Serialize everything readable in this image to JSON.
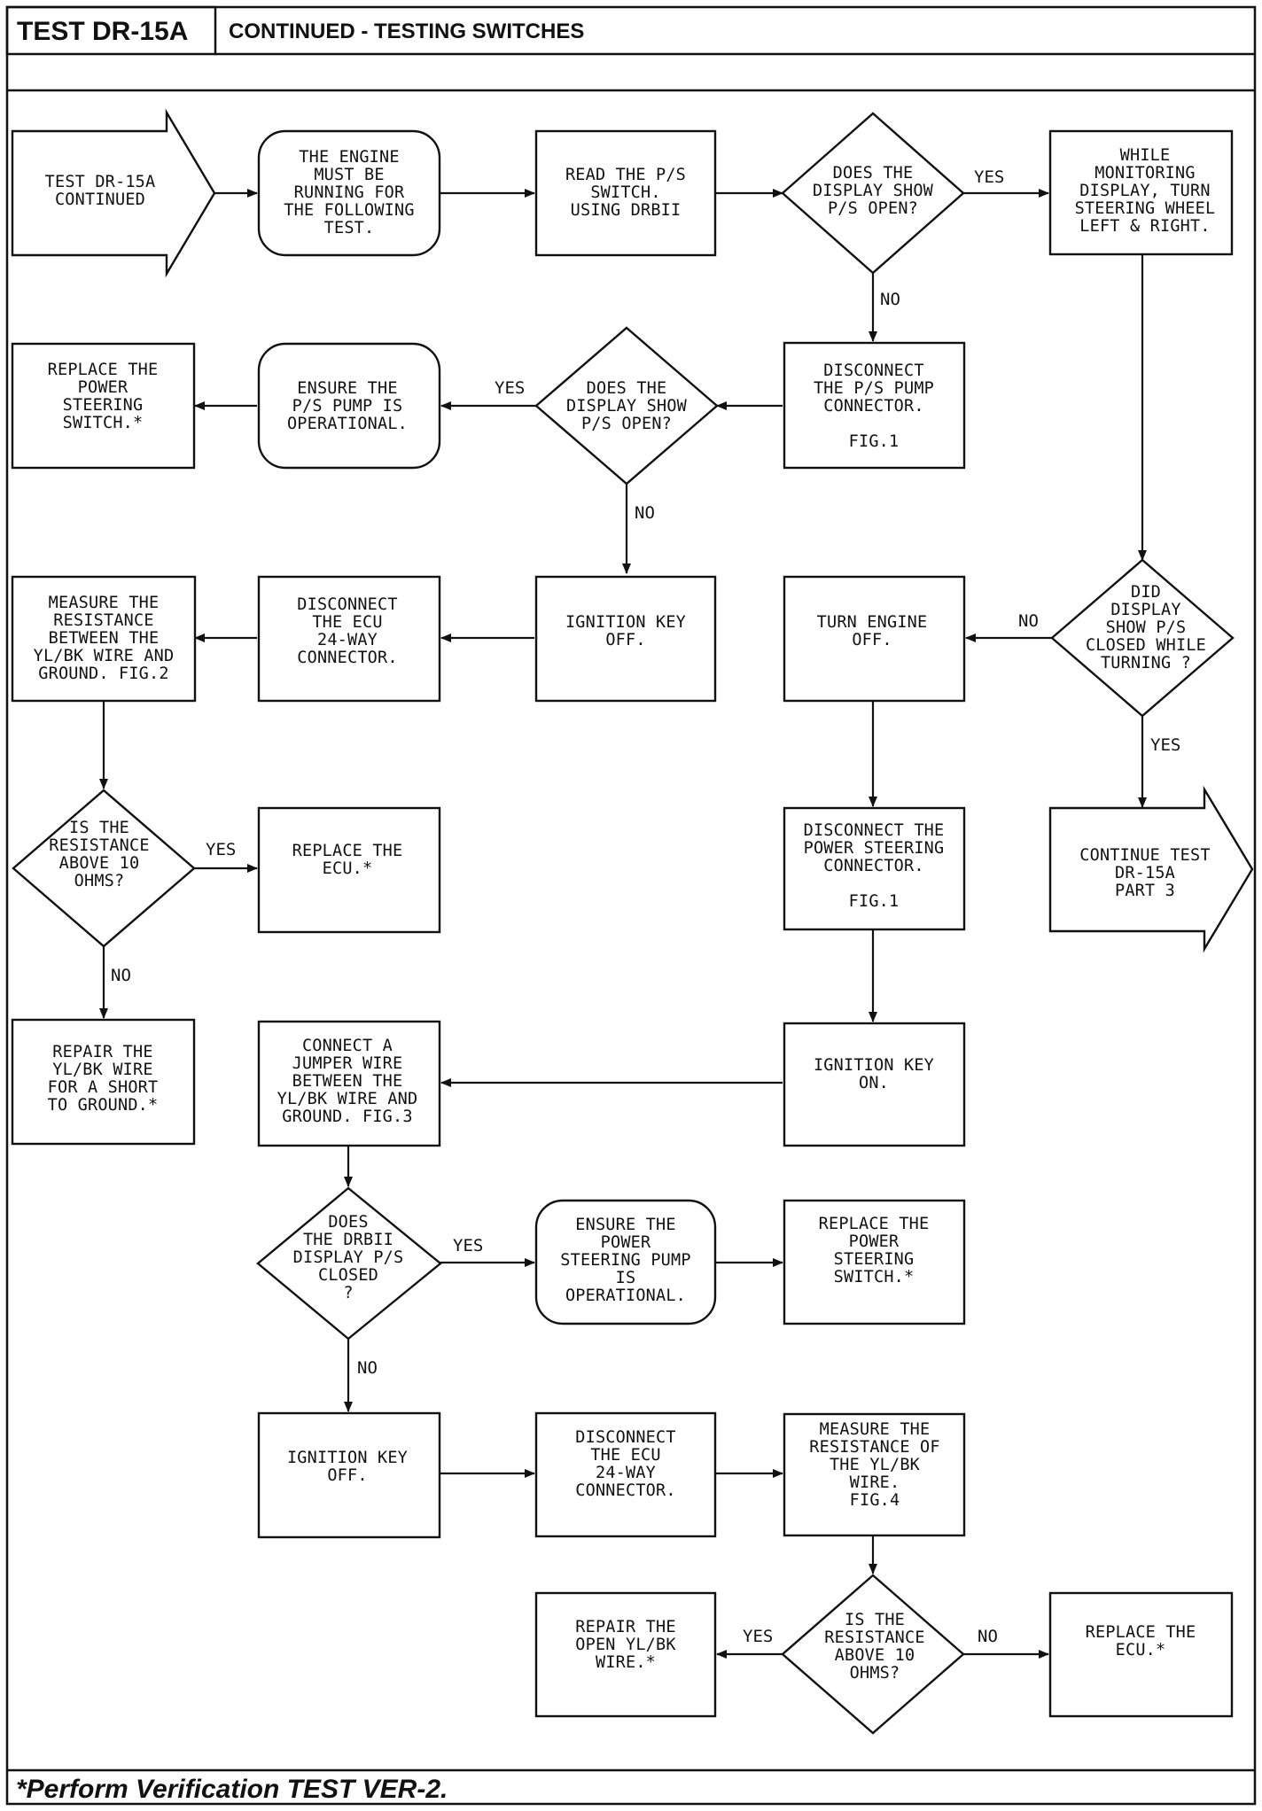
{
  "header": {
    "test_id": "TEST DR-15A",
    "title": "CONTINUED - TESTING SWITCHES"
  },
  "footer": {
    "note": "*Perform Verification TEST VER-2."
  },
  "nodes": {
    "start_arrow": [
      "TEST DR-15A",
      "CONTINUED"
    ],
    "engine_running": [
      "THE ENGINE",
      "MUST BE",
      "RUNNING FOR",
      "THE FOLLOWING",
      "TEST."
    ],
    "read_ps_switch": [
      "READ THE P/S",
      "SWITCH.",
      "USING DRBII"
    ],
    "decision_ps_open_1": [
      "DOES THE",
      "DISPLAY SHOW",
      "P/S OPEN?"
    ],
    "while_monitoring": [
      "WHILE",
      "MONITORING",
      "DISPLAY, TURN",
      "STEERING WHEEL",
      "LEFT & RIGHT."
    ],
    "disconnect_ps_pump": [
      "DISCONNECT",
      "THE P/S PUMP",
      "CONNECTOR.",
      "",
      "FIG.1"
    ],
    "decision_ps_open_2": [
      "DOES THE",
      "DISPLAY SHOW",
      "P/S OPEN?"
    ],
    "ensure_pump_1": [
      "ENSURE THE",
      "P/S PUMP IS",
      "OPERATIONAL."
    ],
    "replace_switch_1": [
      "REPLACE THE",
      "POWER",
      "STEERING",
      "SWITCH.*"
    ],
    "ignition_off_1": [
      "IGNITION KEY",
      "OFF."
    ],
    "disconnect_ecu_1": [
      "DISCONNECT",
      "THE ECU",
      "24-WAY",
      "CONNECTOR."
    ],
    "measure_resistance_1": [
      "MEASURE THE",
      "RESISTANCE",
      "BETWEEN THE",
      "YL/BK WIRE AND",
      "GROUND. FIG.2"
    ],
    "decision_closed_turning": [
      "DID",
      "DISPLAY",
      "SHOW P/S",
      "CLOSED WHILE",
      "TURNING ?"
    ],
    "turn_engine_off": [
      "TURN ENGINE",
      "OFF."
    ],
    "continue_arrow": [
      "CONTINUE TEST",
      "DR-15A",
      "PART 3"
    ],
    "disconnect_ps_connector": [
      "DISCONNECT THE",
      "POWER STEERING",
      "CONNECTOR.",
      "",
      "FIG.1"
    ],
    "decision_resistance_1": [
      "IS THE",
      "RESISTANCE",
      "ABOVE 10",
      "OHMS?"
    ],
    "replace_ecu_1": [
      "REPLACE THE",
      "ECU.*"
    ],
    "repair_short": [
      "REPAIR THE",
      "YL/BK WIRE",
      "FOR A SHORT",
      "TO GROUND.*"
    ],
    "jumper_wire": [
      "CONNECT A",
      "JUMPER WIRE",
      "BETWEEN THE",
      "YL/BK WIRE AND",
      "GROUND. FIG.3"
    ],
    "ignition_on": [
      "IGNITION KEY",
      "ON."
    ],
    "decision_drbii_closed": [
      "DOES",
      "THE DRBII",
      "DISPLAY P/S",
      "CLOSED",
      "?"
    ],
    "ensure_pump_2": [
      "ENSURE THE",
      "POWER",
      "STEERING PUMP",
      "IS",
      "OPERATIONAL."
    ],
    "replace_switch_2": [
      "REPLACE THE",
      "POWER",
      "STEERING",
      "SWITCH.*"
    ],
    "ignition_off_2": [
      "IGNITION KEY",
      "OFF."
    ],
    "disconnect_ecu_2": [
      "DISCONNECT",
      "THE ECU",
      "24-WAY",
      "CONNECTOR."
    ],
    "measure_resistance_2": [
      "MEASURE THE",
      "RESISTANCE OF",
      "THE YL/BK",
      "WIRE.",
      "FIG.4"
    ],
    "decision_resistance_2": [
      "IS THE",
      "RESISTANCE",
      "ABOVE 10",
      "OHMS?"
    ],
    "repair_open": [
      "REPAIR THE",
      "OPEN YL/BK",
      "WIRE.*"
    ],
    "replace_ecu_2": [
      "REPLACE THE",
      "ECU.*"
    ]
  },
  "edge_labels": {
    "yes_1": "YES",
    "no_1": "NO",
    "yes_2": "YES",
    "no_2": "NO",
    "no_3": "NO",
    "yes_3": "YES",
    "yes_4": "YES",
    "no_4": "NO",
    "yes_5": "YES",
    "no_5": "NO",
    "yes_6": "YES",
    "no_6": "NO"
  }
}
